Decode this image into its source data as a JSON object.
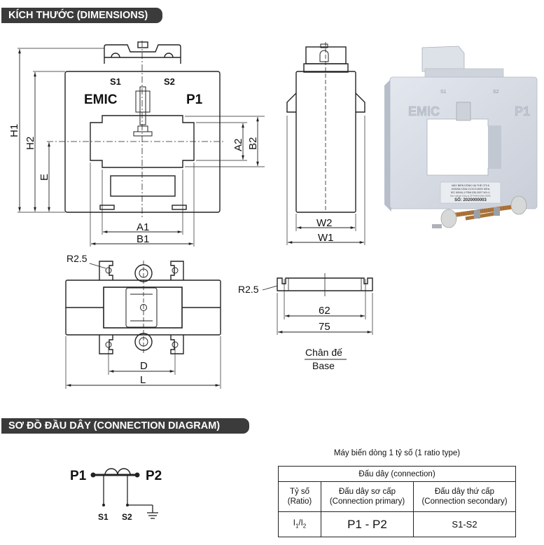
{
  "sections": {
    "dimensions_title": "KÍCH THƯỚC (DIMENSIONS)",
    "connection_title": "SƠ ĐỒ ĐẦU DÂY (CONNECTION DIAGRAM)"
  },
  "front_view": {
    "terminal_s1": "S1",
    "terminal_s2": "S2",
    "brand": "EMIC",
    "terminal_p1": "P1",
    "dim_h1": "H1",
    "dim_h2": "H2",
    "dim_e": "E",
    "dim_a2": "A2",
    "dim_b2": "B2",
    "dim_a1": "A1",
    "dim_b1": "B1"
  },
  "side_view": {
    "dim_w2": "W2",
    "dim_w1": "W1"
  },
  "bottom_view": {
    "radius": "R2.5",
    "dim_d": "D",
    "dim_l": "L"
  },
  "base_view": {
    "radius": "R2.5",
    "dim_inner": "62",
    "dim_outer": "75",
    "caption_vi": "Chân đế",
    "caption_en": "Base"
  },
  "photo": {
    "s1": "S1",
    "s2": "S2",
    "brand": "EMIC",
    "p1": "P1",
    "label_lines": [
      "MÁY BIẾN DÒNG HẠ THẾ CT0.6",
      "1000/5A 15VA CCX0.5 600V 50Hz",
      "IEC 60044-1 PDM 030-2007 W1=1",
      "Sản xuất tại Công ty CP Thiết bị Điện EMIC"
    ],
    "serial": "SỐ: 2020000003"
  },
  "schematic": {
    "p1": "P1",
    "p2": "P2",
    "s1": "S1",
    "s2": "S2"
  },
  "connection_table": {
    "caption": "Máy biến dòng 1 tỷ số (1 ratio type)",
    "header": "Đấu dây (connection)",
    "col1": [
      "Tỷ số",
      "(Ratio)"
    ],
    "col2": [
      "Đấu dây sơ cấp",
      "(Connection primary)"
    ],
    "col3": [
      "Đấu dây thứ cấp",
      "(Connection secondary)"
    ],
    "ratio_main": "I",
    "ratio_sub1": "1",
    "ratio_sep": "/I",
    "ratio_sub2": "2",
    "primary": "P1 - P2",
    "secondary": "S1-S2"
  },
  "colors": {
    "banner": "#3b3b3b",
    "line": "#222222",
    "photo_body": "#d6dbe3"
  }
}
